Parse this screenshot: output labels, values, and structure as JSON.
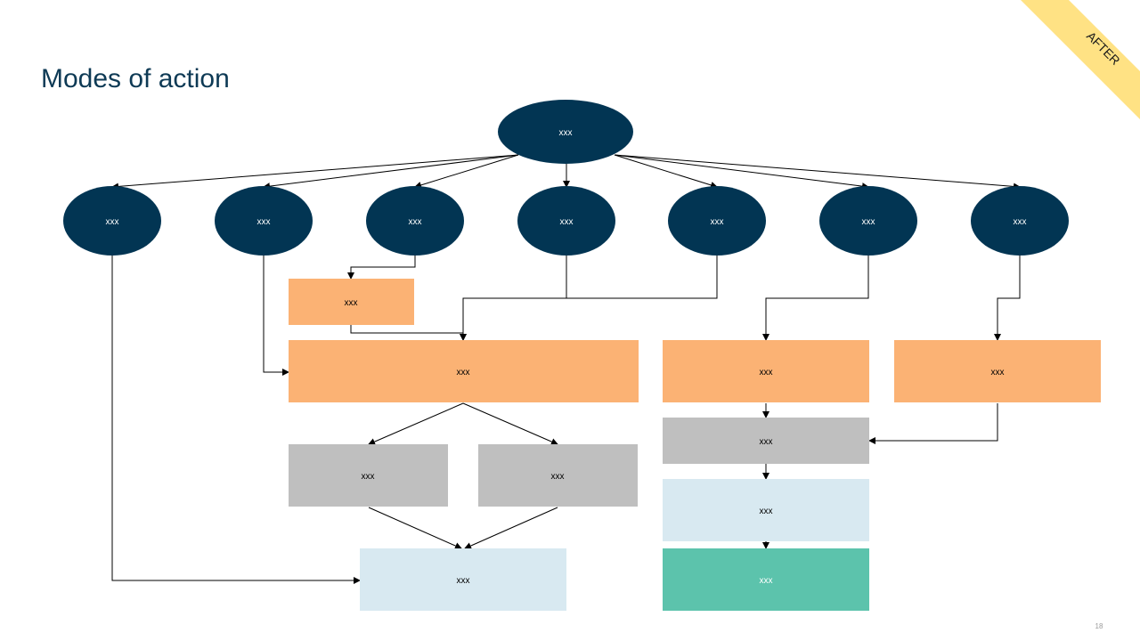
{
  "slide": {
    "title": "Modes of action",
    "page_number": "18",
    "ribbon_label": "AFTER"
  },
  "colors": {
    "navy": "#023553",
    "orange": "#fbb274",
    "gray": "#bfbfbf",
    "light_blue": "#d8e9f1",
    "teal": "#5cc3ac",
    "ribbon": "#ffe284"
  },
  "diagram": {
    "root": "xxx",
    "level1": [
      "xxx",
      "xxx",
      "xxx",
      "xxx",
      "xxx",
      "xxx",
      "xxx"
    ],
    "small_box": "xxx",
    "orange_wide": "xxx",
    "orange_mid": "xxx",
    "orange_right": "xxx",
    "gray_left": "xxx",
    "gray_right": "xxx",
    "gray_mid": "xxx",
    "lightblue_bottom": "xxx",
    "lightblue_mid": "xxx",
    "teal_bottom": "xxx"
  }
}
